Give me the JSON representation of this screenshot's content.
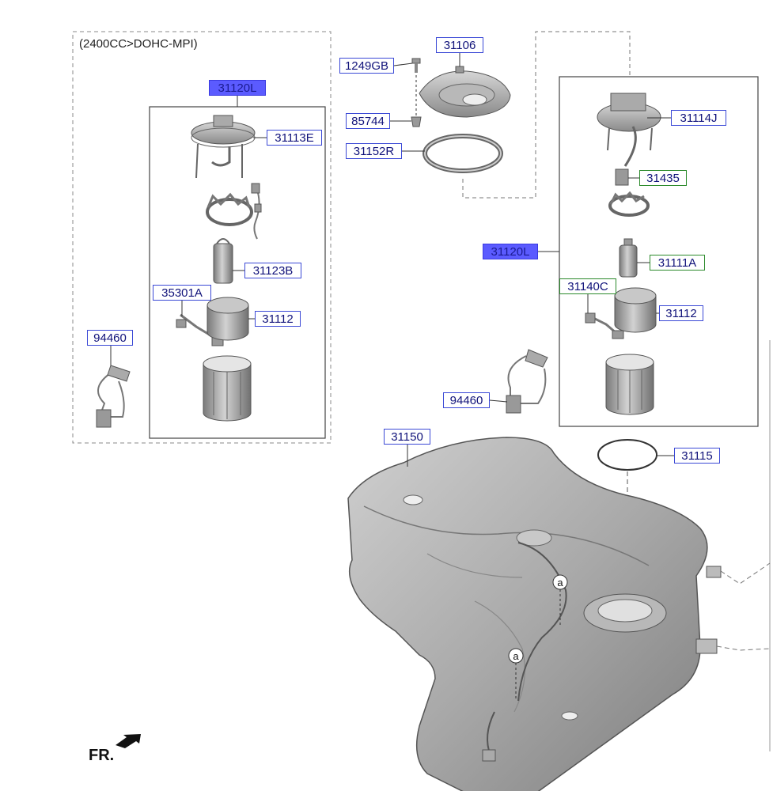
{
  "variant_note": "(2400CC>DOHC-MPI)",
  "front_marker": "FR.",
  "callout_marker": "a",
  "part_labels": {
    "assy_left": "31120L",
    "plate_left": "31113E",
    "pump_left": "31123B",
    "sensor_left": "35301A",
    "filter_left": "31112",
    "sender_left": "94460",
    "bolt": "1249GB",
    "cover": "31106",
    "nut": "85744",
    "ring": "31152R",
    "plate_right": "31114J",
    "connector_right": "31435",
    "assy_right": "31120L",
    "pump_right": "31111A",
    "sensor_right": "31140C",
    "filter_right": "31112",
    "sender_right": "94460",
    "tank": "31150",
    "gasket": "31115"
  },
  "colors": {
    "label_border": "#3b49d6",
    "label_green_border": "#2c8a2c",
    "label_fill": "#5b5bff",
    "part_gray": "#9a9a9a"
  }
}
